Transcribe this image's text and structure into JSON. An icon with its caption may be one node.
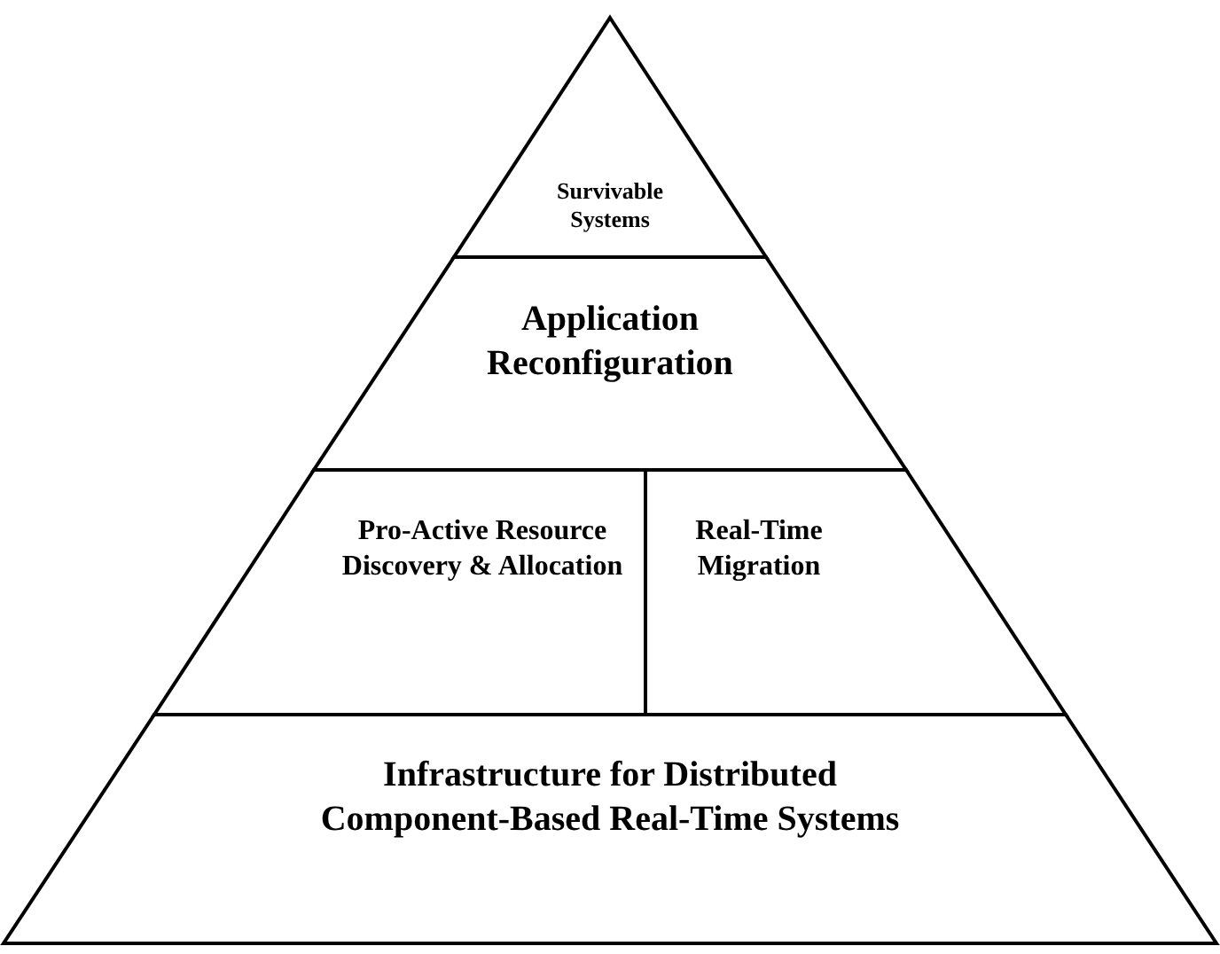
{
  "diagram": {
    "nodes": [
      {
        "text": [
          "Survivable Systems"
        ]
      },
      {
        "text": [
          "Application Reconfiguration"
        ]
      },
      {
        "text": [
          "Pro-Active Resource Discovery & Allocation"
        ]
      },
      {
        "text": [
          "Real-Time Migration"
        ]
      },
      {
        "text": [
          "Infrastructure for Distributed Component-Based Real-Time Systems"
        ]
      }
    ]
  }
}
